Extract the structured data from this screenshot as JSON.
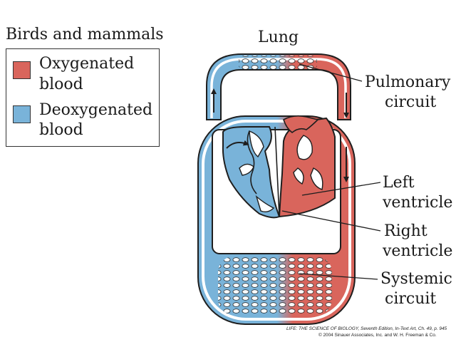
{
  "title": "Birds and mammals",
  "legend": {
    "oxygenated": {
      "line1": "Oxygenated",
      "line2": "blood",
      "color": "#d9655c"
    },
    "deoxygenated": {
      "line1": "Deoxygenated",
      "line2": "blood",
      "color": "#79b3d9"
    }
  },
  "labels": {
    "lung": "Lung",
    "pulmonary_circuit": {
      "line1": "Pulmonary",
      "line2": "circuit"
    },
    "left_ventricle": {
      "line1": "Left",
      "line2": "ventricle"
    },
    "right_ventricle": {
      "line1": "Right",
      "line2": "ventricle"
    },
    "systemic_circuit": {
      "line1": "Systemic",
      "line2": "circuit"
    }
  },
  "credit": {
    "line1": "LIFE: THE SCIENCE OF BIOLOGY, Seventh Edition, In-Text Art, Ch. 49, p. 945",
    "line2": "© 2004 Sinauer Associates, Inc. and W. H. Freeman & Co."
  },
  "colors": {
    "outline": "#1e1e1e",
    "oxygenated": "#d9655c",
    "deoxygenated": "#79b3d9"
  }
}
